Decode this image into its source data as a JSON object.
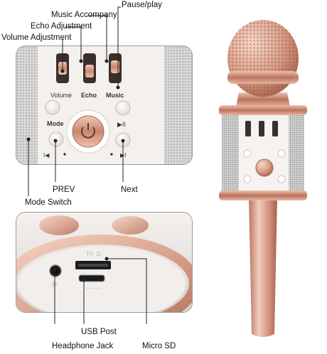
{
  "callouts": {
    "pause_play": "Pause/play",
    "music_accompany": "Music Accompany",
    "echo_adjustment": "Echo Adjustment",
    "volume_adjustment": "Volume Adjustment",
    "prev": "PREV",
    "next": "Next",
    "mode_switch": "Mode Switch",
    "usb_post": "USB Post",
    "headphone_jack": "Headphone Jack",
    "micro_sd": "Micro SD"
  },
  "panel": {
    "volume": "Volume",
    "echo": "Echo",
    "music": "Music",
    "mode": "Mode",
    "play_glyph": "▶II",
    "prev_glyph": "I◀",
    "next_glyph": "▶I"
  },
  "port": {
    "tf_label": "TF D"
  },
  "colors": {
    "rose_gold": "#d9a38d",
    "rose_gold_dark": "#b8765f",
    "panel_white": "#f4f1ee",
    "grille": "#c9c9c9"
  }
}
